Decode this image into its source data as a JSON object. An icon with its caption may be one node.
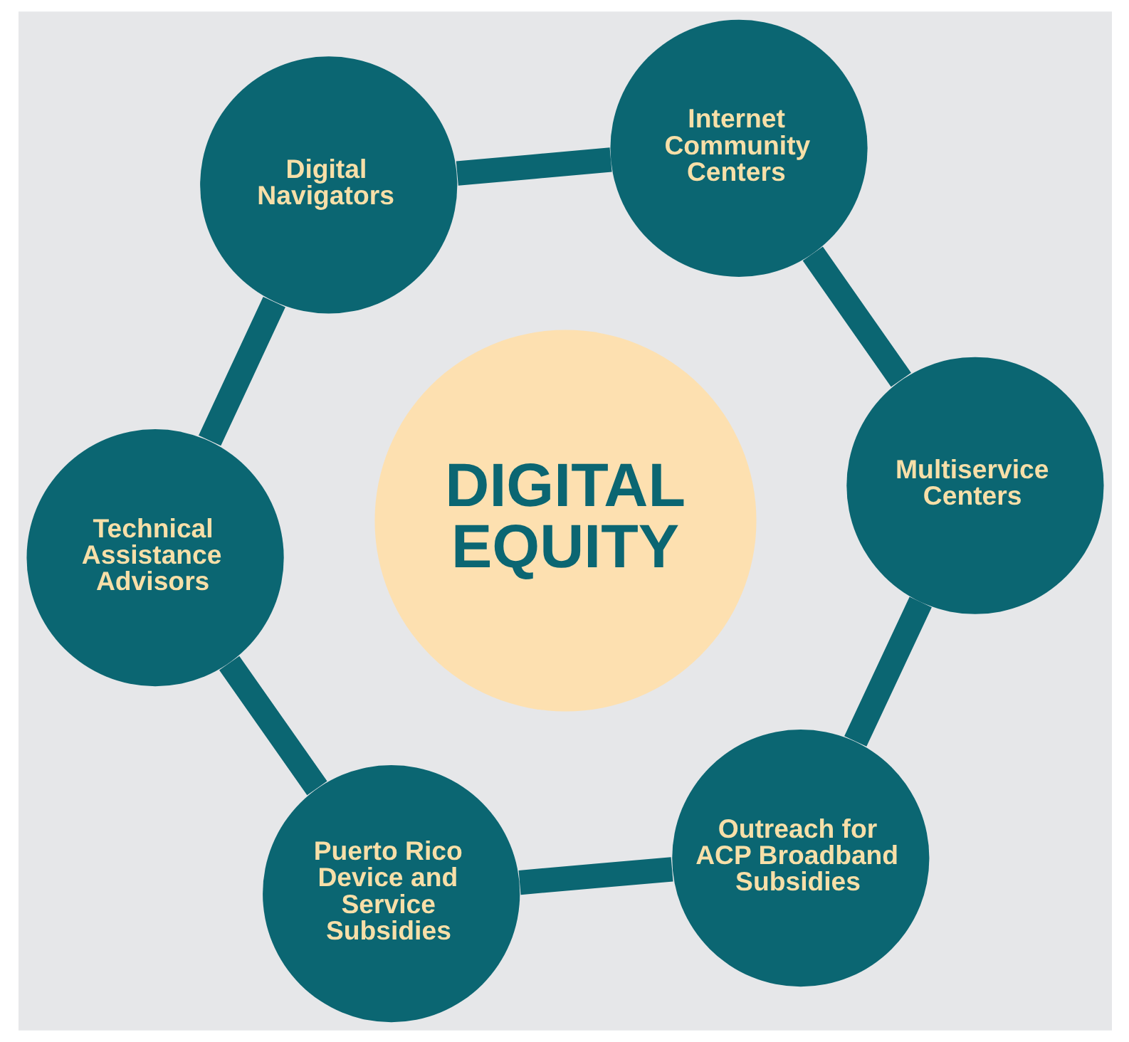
{
  "diagram": {
    "nodes": [
      {
        "text": [
          "Outreach for ACP Broadband Subsidies"
        ]
      },
      {
        "text": [
          "Multiservice Centers"
        ]
      },
      {
        "text": [
          "Puerto Rico Device and Service Subsidies"
        ]
      },
      {
        "text": [
          "DIGITAL EQUITY"
        ]
      },
      {
        "text": [
          "Internet Community Centers"
        ]
      },
      {
        "text": [
          "Technical Assistance Advisors"
        ]
      },
      {
        "text": [
          "Digital Navigators"
        ]
      }
    ],
    "edges": [
      {
        "from": 0,
        "to": 1,
        "arrow": "none"
      },
      {
        "from": 1,
        "to": 4,
        "arrow": "none"
      },
      {
        "from": 4,
        "to": 6,
        "arrow": "none"
      },
      {
        "from": 6,
        "to": 5,
        "arrow": "none"
      },
      {
        "from": 5,
        "to": 2,
        "arrow": "none"
      },
      {
        "from": 2,
        "to": 0,
        "arrow": "none"
      }
    ]
  }
}
